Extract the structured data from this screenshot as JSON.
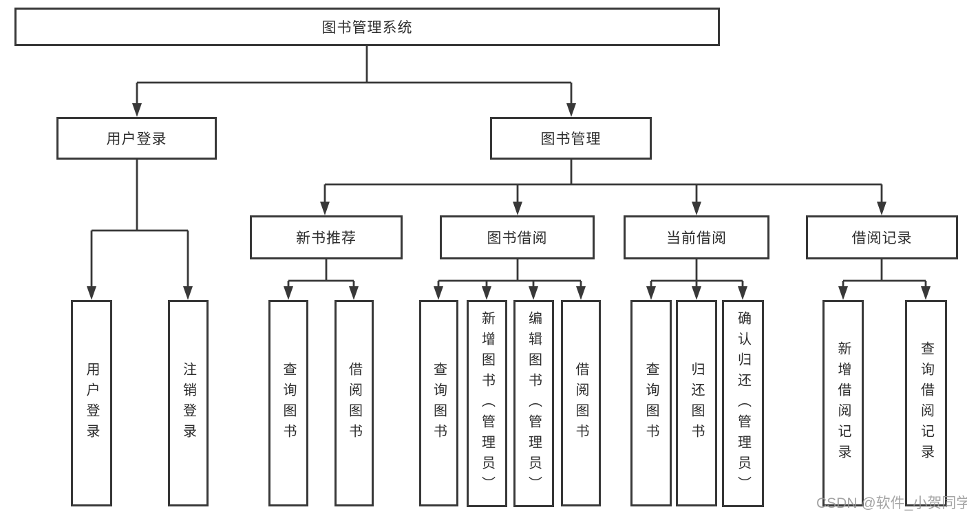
{
  "tree": {
    "root": {
      "label": "图书管理系统"
    },
    "level2": [
      {
        "label": "用户登录",
        "parent": "图书管理系统"
      },
      {
        "label": "图书管理",
        "parent": "图书管理系统"
      }
    ],
    "level3": [
      {
        "label": "新书推荐",
        "parent": "图书管理"
      },
      {
        "label": "图书借阅",
        "parent": "图书管理"
      },
      {
        "label": "当前借阅",
        "parent": "图书管理"
      },
      {
        "label": "借阅记录",
        "parent": "图书管理"
      }
    ],
    "leaves": [
      {
        "label": "用户登录",
        "parent": "用户登录"
      },
      {
        "label": "注销登录",
        "parent": "用户登录"
      },
      {
        "label": "查询图书",
        "parent": "新书推荐"
      },
      {
        "label": "借阅图书",
        "parent": "新书推荐"
      },
      {
        "label": "查询图书",
        "parent": "图书借阅"
      },
      {
        "label": "新增图书（管理员）",
        "parent": "图书借阅"
      },
      {
        "label": "编辑图书（管理员）",
        "parent": "图书借阅"
      },
      {
        "label": "借阅图书",
        "parent": "图书借阅"
      },
      {
        "label": "查询图书",
        "parent": "当前借阅"
      },
      {
        "label": "归还图书",
        "parent": "当前借阅"
      },
      {
        "label": "确认归还（管理员）",
        "parent": "当前借阅"
      },
      {
        "label": "新增借阅记录",
        "parent": "借阅记录"
      },
      {
        "label": "查询借阅记录",
        "parent": "借阅记录"
      }
    ]
  },
  "watermark": {
    "text": "CSDN @软件_小贺同学"
  },
  "colors": {
    "box_border": "#383838",
    "connector": "#383838",
    "text": "#2d2d2d",
    "watermark": "#949494",
    "background": "#ffffff"
  }
}
